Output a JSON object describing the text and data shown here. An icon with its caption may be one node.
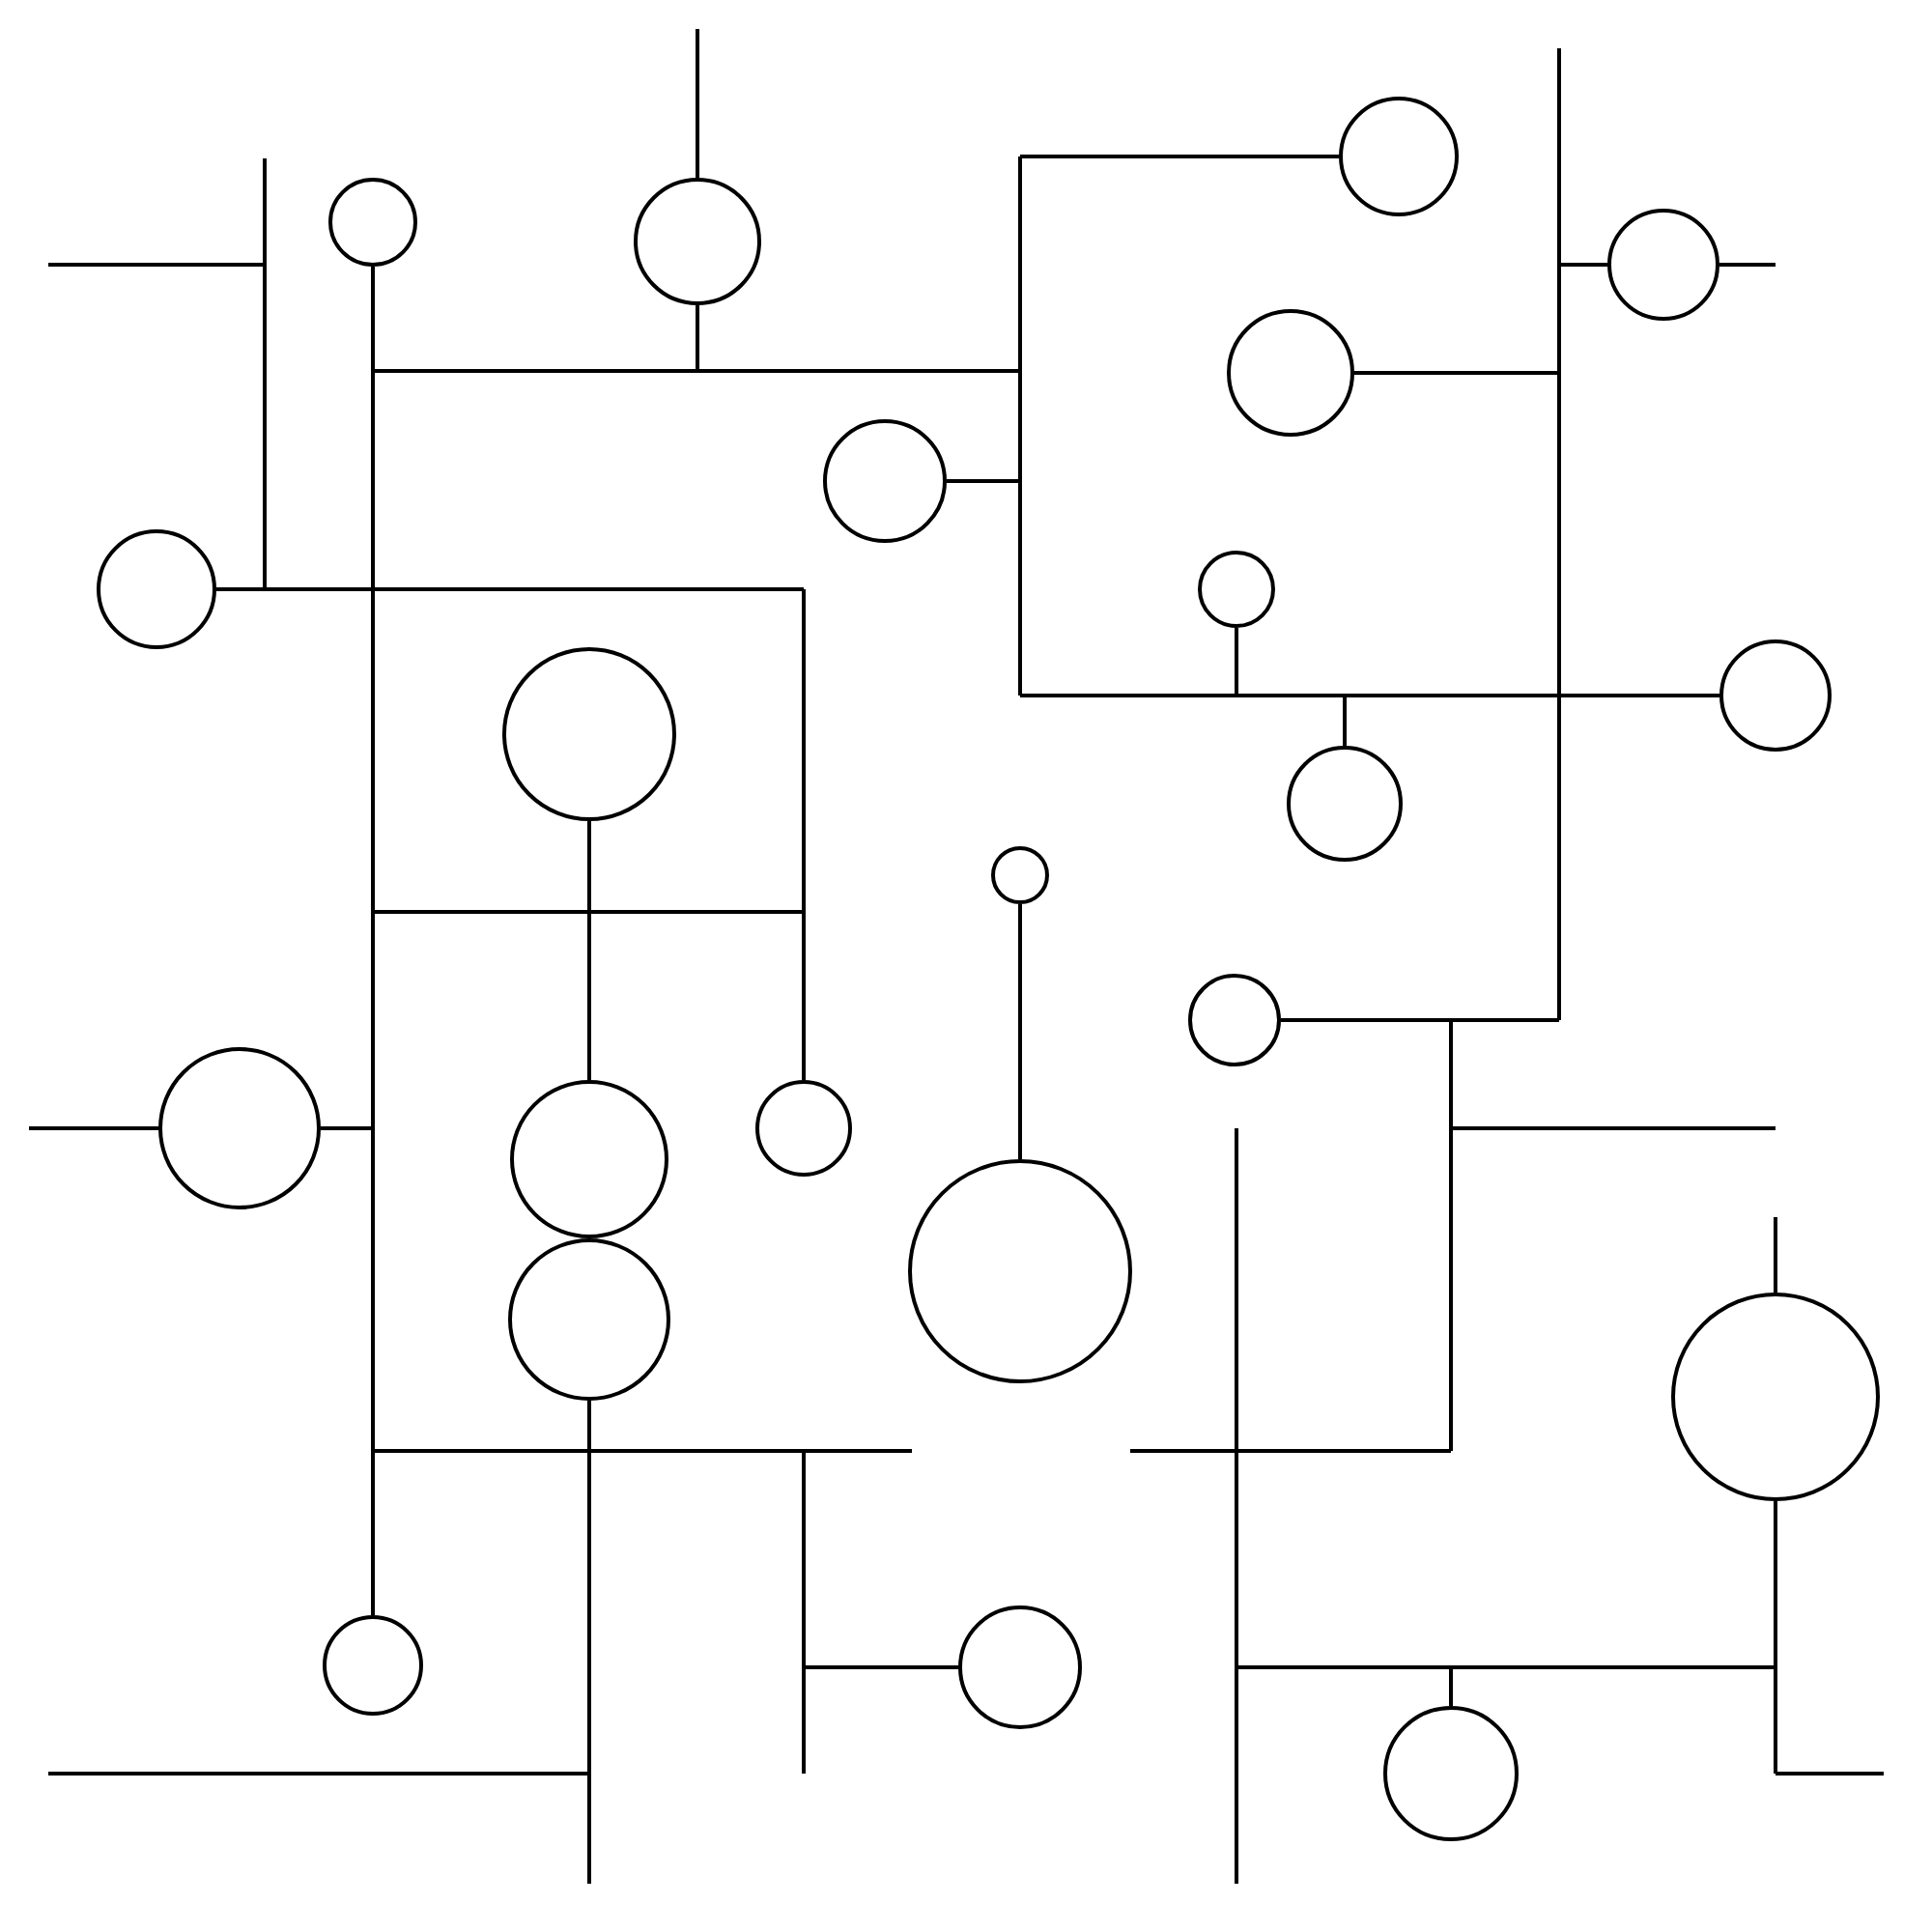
{
  "diagram": {
    "nodes": [
      {
        "text": [],
        "shape": "circle"
      },
      {
        "text": [],
        "shape": "circle"
      },
      {
        "text": [],
        "shape": "circle"
      },
      {
        "text": [],
        "shape": "circle"
      },
      {
        "text": [],
        "shape": "circle"
      },
      {
        "text": [],
        "shape": "circle"
      },
      {
        "text": [],
        "shape": "circle"
      },
      {
        "text": [],
        "shape": "circle"
      },
      {
        "text": [],
        "shape": "circle"
      },
      {
        "text": [],
        "shape": "circle"
      },
      {
        "text": [],
        "shape": "circle"
      },
      {
        "text": [],
        "shape": "circle"
      },
      {
        "text": [],
        "shape": "circle"
      },
      {
        "text": [],
        "shape": "circle"
      },
      {
        "text": [],
        "shape": "circle"
      },
      {
        "text": [],
        "shape": "circle"
      },
      {
        "text": [],
        "shape": "circle"
      },
      {
        "text": [],
        "shape": "circle"
      },
      {
        "text": [],
        "shape": "circle"
      },
      {
        "text": [],
        "shape": "circle"
      },
      {
        "text": [],
        "shape": "circle"
      },
      {
        "text": [],
        "shape": "circle"
      }
    ],
    "edges": [
      {
        "from": 9,
        "to": 15,
        "arrow": "none"
      },
      {
        "from": 11,
        "to": 16,
        "arrow": "none"
      }
    ]
  }
}
